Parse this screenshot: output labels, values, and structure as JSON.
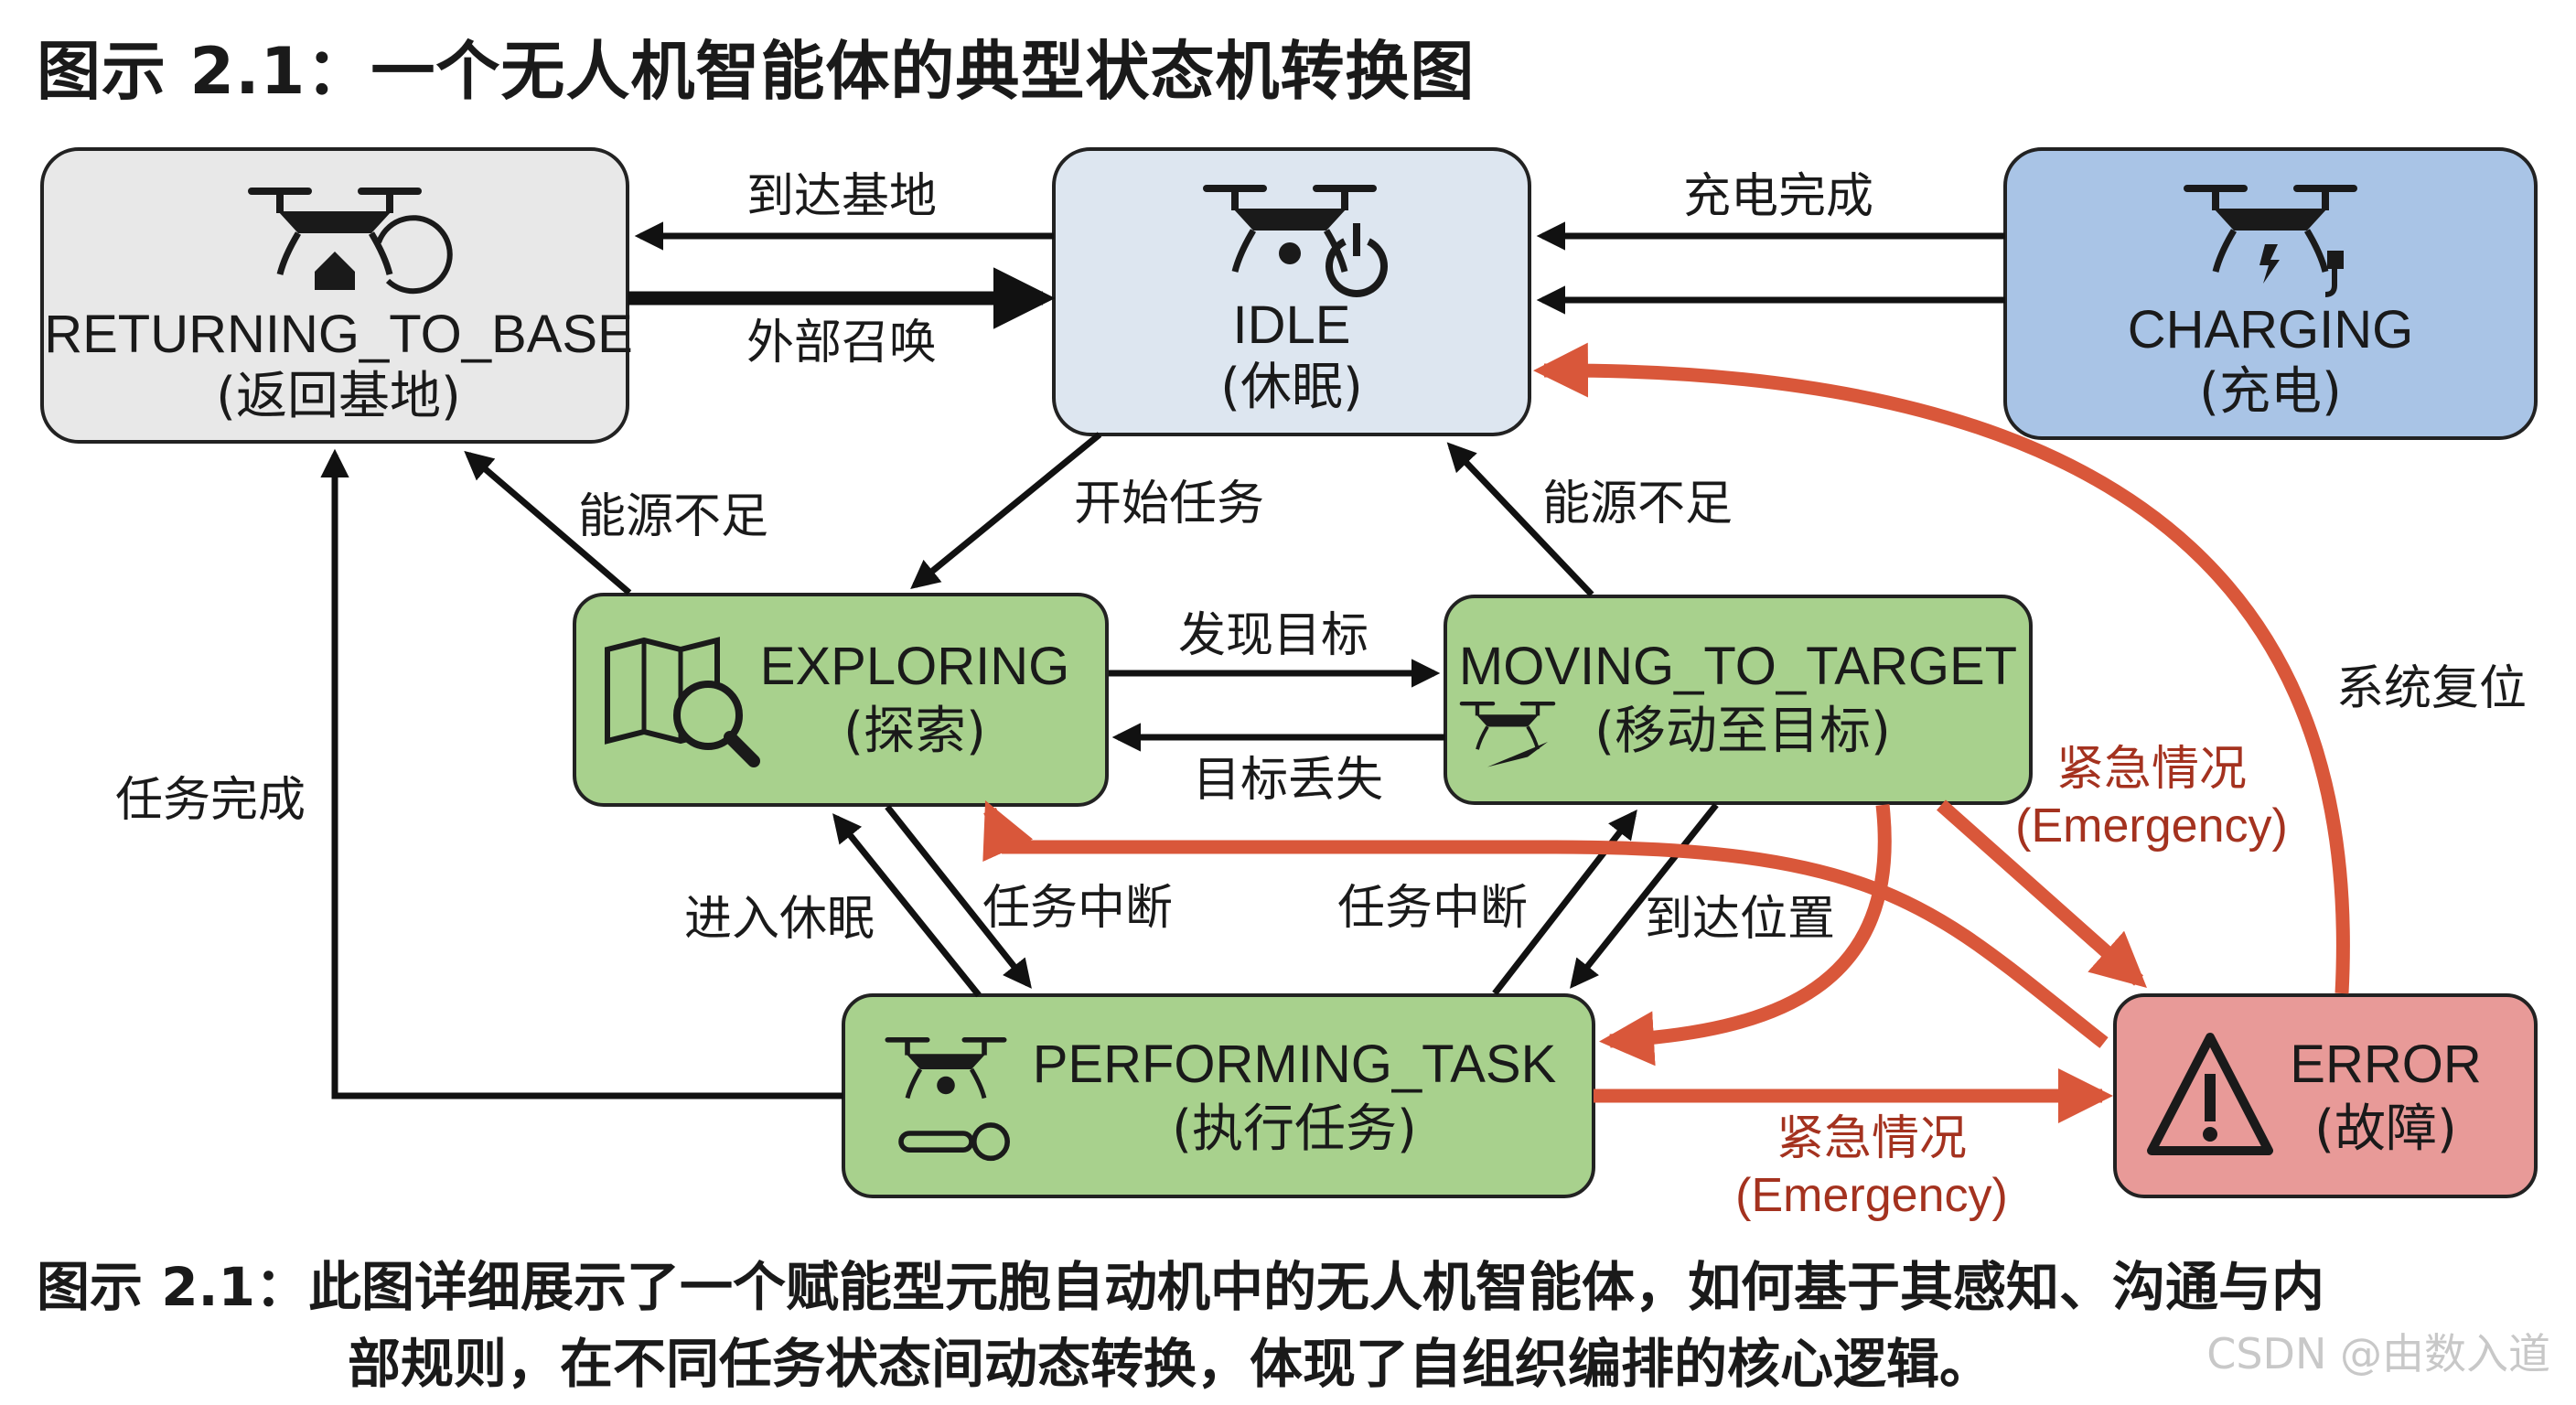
{
  "title": "图示 2.1：一个无人机智能体的典型状态机转换图",
  "states": {
    "returning": {
      "name": "RETURNING_TO_BASE",
      "cn": "(返回基地)"
    },
    "idle": {
      "name": "IDLE",
      "cn": "(休眠)"
    },
    "charging": {
      "name": "CHARGING",
      "cn": "(充电)"
    },
    "exploring": {
      "name": "EXPLORING",
      "cn": "(探索)"
    },
    "moving": {
      "name": "MOVING_TO_TARGET",
      "cn": "(移动至目标)"
    },
    "performing": {
      "name": "PERFORMING_TASK",
      "cn": "(执行任务)"
    },
    "error": {
      "name": "ERROR",
      "cn": "(故障)"
    }
  },
  "transitions": {
    "arrive_base": "到达基地",
    "external_call": "外部召唤",
    "charge_done": "充电完成",
    "start_task": "开始任务",
    "low_energy_left": "能源不足",
    "low_energy_right": "能源不足",
    "target_found": "发现目标",
    "target_lost": "目标丢失",
    "task_done": "任务完成",
    "enter_sleep": "进入休眠",
    "task_interrupt_left": "任务中断",
    "task_interrupt_right": "任务中断",
    "arrive_position": "到达位置",
    "system_reset": "系统复位",
    "emergency_cn_upper": "紧急情况",
    "emergency_en_upper": "(Emergency)",
    "emergency_cn_lower": "紧急情况",
    "emergency_en_lower": "(Emergency)"
  },
  "caption": {
    "line1": "图示 2.1：此图详细展示了一个赋能型元胞自动机中的无人机智能体，如何基于其感知、沟通与内",
    "line2": "部规则，在不同任务状态间动态转换，体现了自组织编排的核心逻辑。"
  },
  "watermark": "CSDN @由数入道",
  "colors": {
    "gray_fill": "#e8e8e8",
    "idle_fill": "#dde6f0",
    "charging_fill": "#a9c4e6",
    "green_fill": "#a8d18d",
    "error_fill": "#e89a98",
    "red_arrow": "#d9573a",
    "black_arrow": "#111111"
  },
  "icons": [
    "drone-home-icon",
    "drone-power-icon",
    "drone-charging-icon",
    "map-search-icon",
    "drone-target-icon",
    "drone-tools-icon",
    "warning-icon"
  ]
}
